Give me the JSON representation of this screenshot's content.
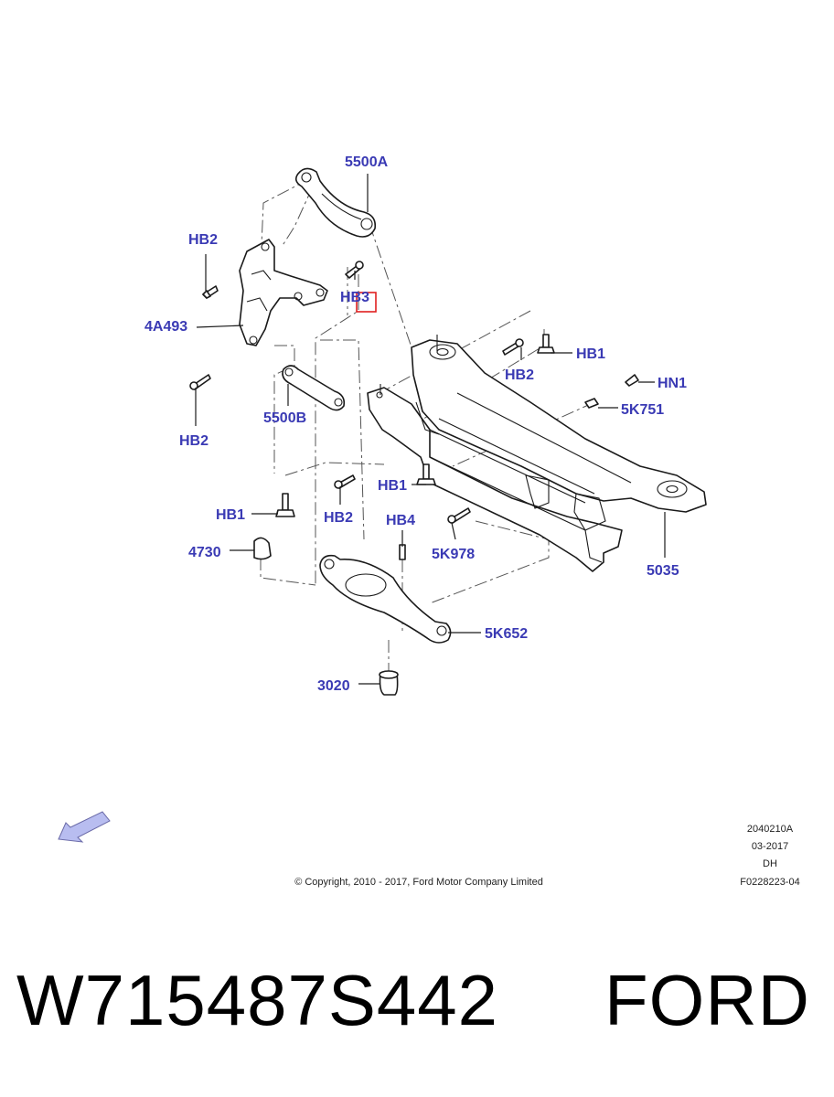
{
  "callouts": {
    "c5500A": "5500A",
    "hb2_top": "HB2",
    "hb3": "HB3",
    "c4A493": "4A493",
    "hb1_right": "HB1",
    "hb2_mid": "HB2",
    "hn1": "HN1",
    "c5K751": "5K751",
    "c5500B": "5500B",
    "hb2_left": "HB2",
    "hb1_mid": "HB1",
    "hb1_left": "HB1",
    "hb2_low": "HB2",
    "hb4": "HB4",
    "c4730": "4730",
    "c5K978": "5K978",
    "c5035": "5035",
    "c5K652": "5K652",
    "c3020": "3020"
  },
  "meta": {
    "code": "2040210A",
    "date": "03-2017",
    "initials": "DH",
    "figure": "F0228223-04",
    "copyright": "© Copyright, 2010 - 2017, Ford Motor Company Limited"
  },
  "part_number": "W715487S442",
  "brand": "FORD",
  "colors": {
    "callout": "#3a3ab4",
    "highlight": "#e02020",
    "arrow": "#b8bdf0"
  }
}
